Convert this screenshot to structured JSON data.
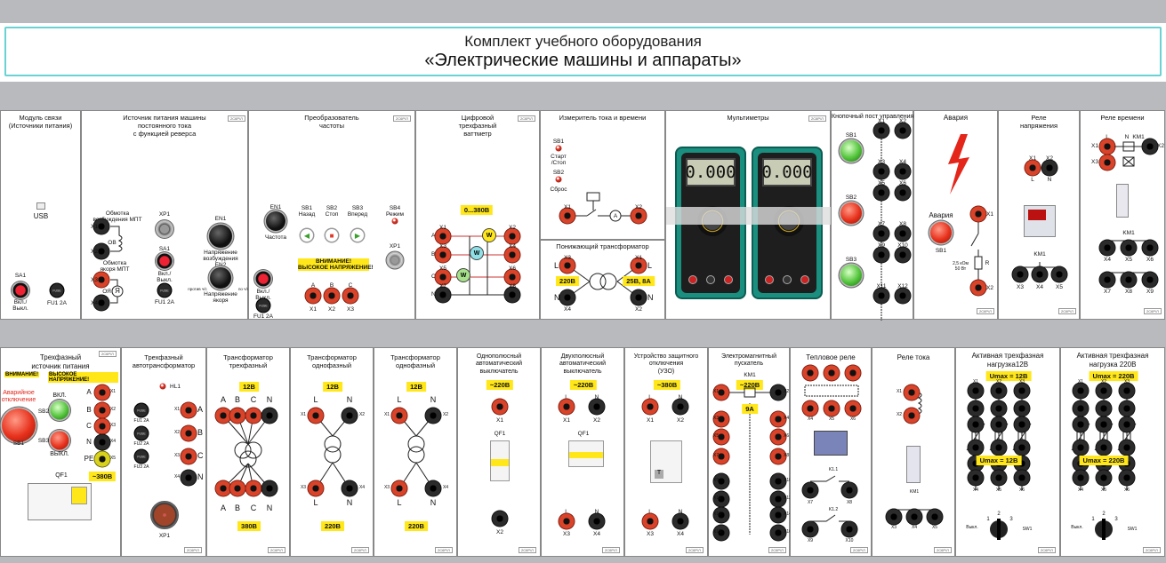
{
  "header": {
    "line1": "Комплект учебного оборудования",
    "line2": "«Электрические машины и аппараты»"
  },
  "top_row": [
    {
      "id": "link",
      "title": "Модуль связи\n(Источники питания)",
      "usb": "USB",
      "sa1": "SA1",
      "sa1_caption": "Вкл./\nВыкл.",
      "fu": "FU1 2A"
    },
    {
      "id": "dcpsu",
      "title": "Источник питания машины\nпостоянного тока\nс функцией реверса",
      "excite": "Обмотка\nвозбуждения МПТ",
      "armature": "Обмотка\nякоря МПТ",
      "x1": "X1",
      "x2": "X2",
      "x3": "X3",
      "x4": "X4",
      "ov": "ОВ",
      "oya": "ОЯ",
      "ya": "Я",
      "xp1": "XP1",
      "sa1": "SA1",
      "sa1_caption": "Вкл./\nВыкл.",
      "fu": "FU1 2A",
      "en1": "EN1",
      "en1_caption": "Напряжение\nвозбуждения",
      "en2": "EN2",
      "en2_caption": "Напряжение\nякоря",
      "rev_l": "против ч/с",
      "rev_r": "по ч/с"
    },
    {
      "id": "vfd",
      "title": "Преобразователь\nчастоты",
      "en1": "EN1",
      "freq": "Частота",
      "sb1": "SB1\nНазад",
      "sb2": "SB2\nСтоп",
      "sb3": "SB3\nВперед",
      "sb4": "SB4\nРежим",
      "xp1": "XP1",
      "warn": "ВНИМАНИЕ!\nВЫСОКОЕ НАПРЯЖЕНИЕ!",
      "a": "A",
      "b": "B",
      "c": "C",
      "x1": "X1",
      "x2": "X2",
      "x3": "X3",
      "sw": "Вкл./\nВыкл.",
      "fu": "FU1 2A"
    },
    {
      "id": "wattmeter",
      "title": "Цифровой\nтрехфазный\nваттметр",
      "range": "0...380В",
      "a": "A",
      "b": "B",
      "c": "C",
      "n": "N",
      "x1": "X1",
      "x2": "X2",
      "x3": "X3",
      "x4": "X4",
      "x5": "X5",
      "x6": "X6",
      "x7": "X7",
      "x8": "X8",
      "w": "W"
    },
    {
      "id": "ammeter",
      "title": "Измеритель тока и времени",
      "sb1": "SB1",
      "start": "Старт\n/Стоп",
      "sb2": "SB2",
      "reset": "Сброс",
      "x1": "X1",
      "x2": "X2",
      "a": "A"
    },
    {
      "id": "stepdown",
      "title": "Понижающий трансформатор",
      "l": "L",
      "n": "N",
      "x1": "X1",
      "x2": "X2",
      "x3": "X3",
      "x4": "X4",
      "in": "220В",
      "out": "25В, 8А"
    },
    {
      "id": "multimeters",
      "title": "Мультиметры",
      "display": "0.000",
      "display2": "0.000"
    },
    {
      "id": "buttons",
      "title": "Кнопочный пост управления",
      "sb1": "SB1",
      "sb2": "SB2",
      "sb3": "SB3",
      "x": [
        "X1",
        "X2",
        "X3",
        "X4",
        "X5",
        "X6",
        "X7",
        "X8",
        "X9",
        "X10",
        "X11",
        "X12"
      ]
    },
    {
      "id": "alarm",
      "title": "Авария",
      "label": "Авария",
      "sb1": "SB1",
      "x1": "X1",
      "x2": "X2",
      "r": "R",
      "r_val": "2,5 кОм\n50 Вт"
    },
    {
      "id": "vrelay",
      "title": "Реле\nнапряжения",
      "x1": "X1",
      "x2": "X2",
      "l": "L",
      "n": "N",
      "km1": "KM1",
      "x3": "X3",
      "x4": "X4",
      "x5": "X5"
    },
    {
      "id": "trelay",
      "title": "Реле времени",
      "l": "L",
      "n": "N",
      "km1": "KM1",
      "x1": "X1",
      "x2": "X2",
      "x3": "X3",
      "x4": "X4",
      "x5": "X5",
      "x6": "X6",
      "x7": "X7",
      "x8": "X8",
      "x9": "X9"
    }
  ],
  "bottom_row": [
    {
      "id": "psu3",
      "title": "Трехфазный\nисточник питания",
      "warn1": "ВНИМАНИЕ!",
      "warn2": "ВЫСОКОЕ НАПРЯЖЕНИЕ!",
      "emergency": "Аварийное\nотключение",
      "on": "ВКЛ.",
      "off": "ВЫКЛ.",
      "sb1": "SB1",
      "sb2": "SB2",
      "sb3": "SB3",
      "a": "A",
      "b": "B",
      "c": "C",
      "n": "N",
      "pe": "PE",
      "x1": "X1",
      "x2": "X2",
      "x3": "X3",
      "x4": "X4",
      "x5": "X5",
      "qf1": "QF1",
      "volt": "~380В"
    },
    {
      "id": "autotr",
      "title": "Трехфазный\nавтотрансформатор",
      "hl1": "HL1",
      "fu1": "FU1 2A",
      "fu2": "FU2 2A",
      "fu3": "FU3 2A",
      "a": "A",
      "b": "B",
      "c": "C",
      "n": "N",
      "x1": "X1",
      "x2": "X2",
      "x3": "X3",
      "x4": "X4",
      "xp1": "XP1"
    },
    {
      "id": "tr3",
      "title": "Трансформатор\nтрехфазный",
      "in": "12В",
      "out": "380В",
      "a": "A",
      "b": "B",
      "c": "C",
      "n": "N"
    },
    {
      "id": "tr1a",
      "title": "Трансформатор\nоднофазный",
      "in": "12В",
      "out": "220В",
      "l": "L",
      "n": "N",
      "x1": "X1",
      "x2": "X2",
      "x3": "X3",
      "x4": "X4"
    },
    {
      "id": "tr1b",
      "title": "Трансформатор\nоднофазный",
      "in": "12В",
      "out": "220В",
      "l": "L",
      "n": "N",
      "x1": "X1",
      "x2": "X2",
      "x3": "X3",
      "x4": "X4"
    },
    {
      "id": "cb1",
      "title": "Однополюсный\nавтоматический\nвыключатель",
      "volt": "~220В",
      "x1": "X1",
      "x2": "X2",
      "qf1": "QF1"
    },
    {
      "id": "cb2",
      "title": "Двухполюсный\nавтоматический\nвыключатель",
      "volt": "~220В",
      "l": "L",
      "n": "N",
      "x1": "X1",
      "x2": "X2",
      "x3": "X3",
      "x4": "X4",
      "qf1": "QF1"
    },
    {
      "id": "rcd",
      "title": "Устройство защитного\nотключения\n(УЗО)",
      "volt": "~380В",
      "l": "L",
      "n": "N",
      "x1": "X1",
      "x2": "X2",
      "x3": "X3",
      "x4": "X4"
    },
    {
      "id": "starter",
      "title": "Электромагнитный\nпускатель",
      "km1": "KM1",
      "coil": "~220В",
      "amp": "9А",
      "x": [
        "X1",
        "X2",
        "X3",
        "X4",
        "X5",
        "X6",
        "X7",
        "X8",
        "X9",
        "X10",
        "X11",
        "X12",
        "X13",
        "X14",
        "X15",
        "X16"
      ]
    },
    {
      "id": "thermal",
      "title": "Тепловое реле",
      "k11": "K1.1",
      "k12": "K1.2",
      "x": [
        "X1",
        "X2",
        "X3",
        "X4",
        "X5",
        "X6",
        "X7",
        "X8",
        "X9",
        "X10"
      ]
    },
    {
      "id": "irelay",
      "title": "Реле тока",
      "x1": "X1",
      "x2": "X2",
      "x3": "X3",
      "x4": "X4",
      "x5": "X5",
      "km1": "KM1"
    },
    {
      "id": "load12",
      "title": "Активная трехфазная\nнагрузка12В",
      "umax": "Umax = 12В",
      "x": [
        "X1",
        "X2",
        "X3",
        "X4",
        "X5",
        "X6"
      ],
      "sw": "SW1",
      "off": "Выкл.",
      "p1": "1",
      "p2": "2",
      "p3": "3"
    },
    {
      "id": "load220",
      "title": "Активная трехфазная\nнагрузка 220В",
      "umax": "Umax = 220В",
      "x": [
        "X1",
        "X2",
        "X3",
        "X4",
        "X5",
        "X6"
      ],
      "sw": "SW1",
      "off": "Выкл.",
      "p1": "1",
      "p2": "2",
      "p3": "3"
    }
  ]
}
